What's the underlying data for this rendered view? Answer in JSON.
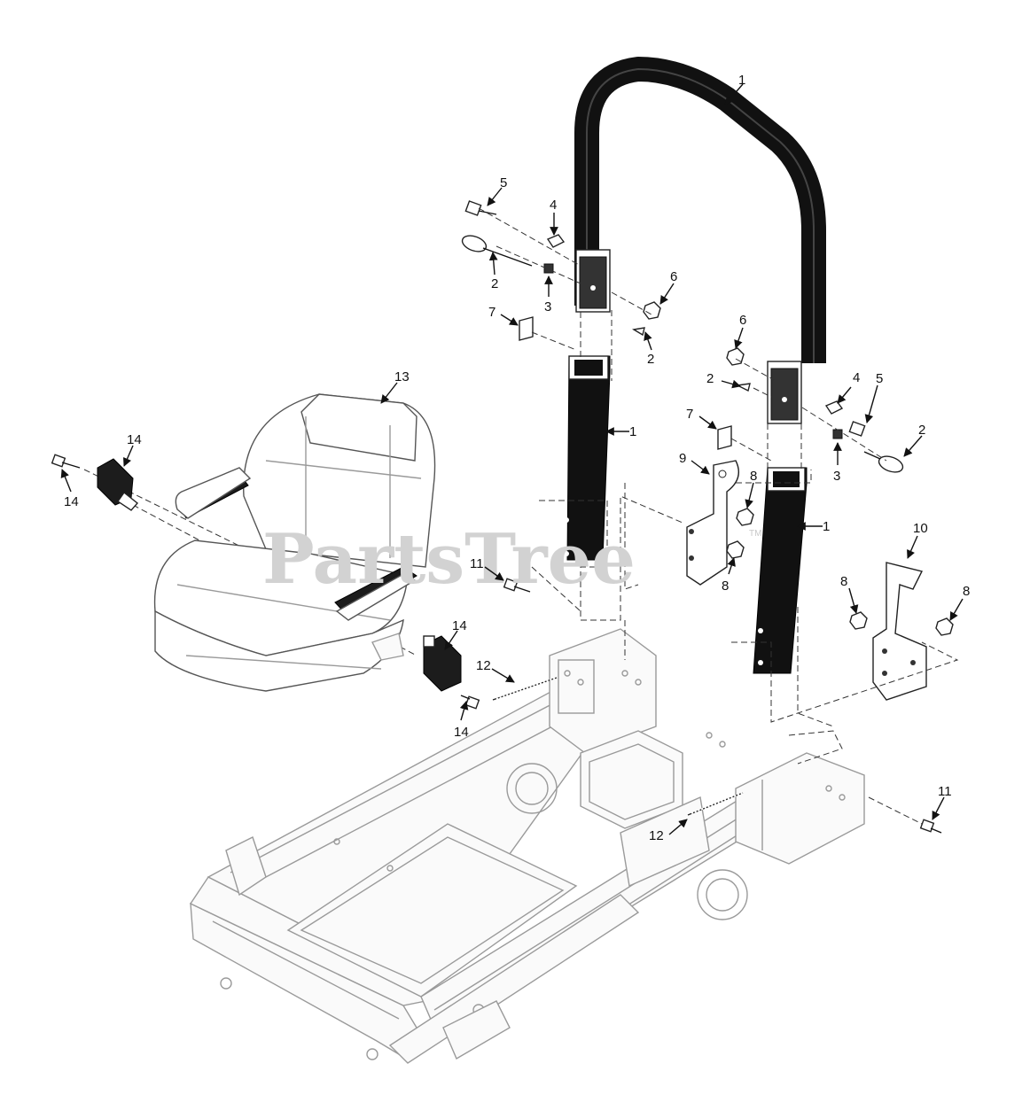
{
  "watermark": {
    "text": "PartsTree",
    "trademark": "TM"
  },
  "callouts": [
    "1",
    "1",
    "1",
    "2",
    "2",
    "2",
    "2",
    "3",
    "3",
    "4",
    "4",
    "5",
    "5",
    "6",
    "6",
    "7",
    "7",
    "8",
    "8",
    "8",
    "8",
    "9",
    "10",
    "11",
    "11",
    "12",
    "12",
    "13",
    "14",
    "14",
    "14",
    "14"
  ],
  "colors": {
    "rops_bar": "#111111",
    "frame_line": "#9a9a9a",
    "watermark": "#d2d2d2"
  }
}
